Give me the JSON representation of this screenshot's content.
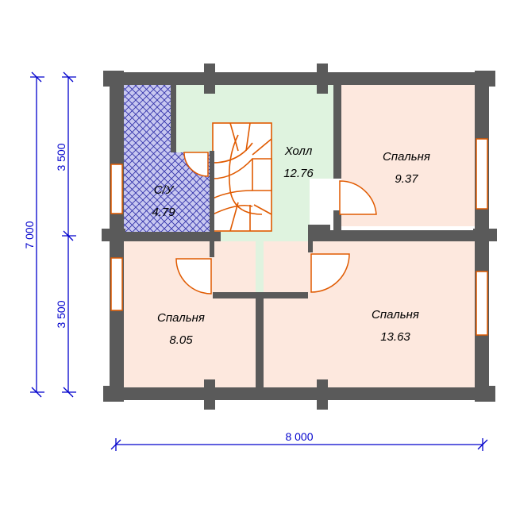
{
  "rooms": [
    {
      "name": "Холл",
      "area": "12.76"
    },
    {
      "name": "Спальня",
      "area": "9.37"
    },
    {
      "name": "С/У",
      "area": "4.79"
    },
    {
      "name": "Спальня",
      "area": "8.05"
    },
    {
      "name": "Спальня",
      "area": "13.63"
    }
  ],
  "dimensions": {
    "total_width": "8 000",
    "total_height": "7 000",
    "upper_height": "3 500",
    "lower_height": "3 500"
  },
  "colors": {
    "wall": "#5a5a5a",
    "hall": "#dff3df",
    "bedroom": "#fde8de",
    "bathroom": "#c8c8f0",
    "hatch": "#3333aa",
    "door": "#e05a00",
    "dimension": "#0000cc"
  }
}
